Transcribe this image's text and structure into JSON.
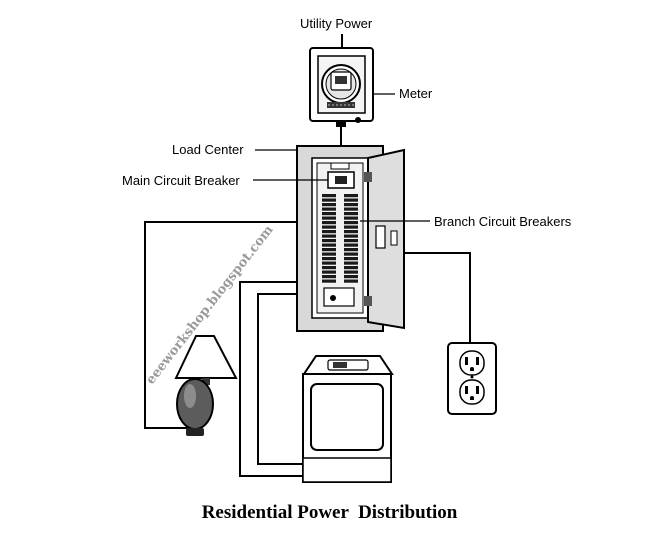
{
  "labels": {
    "utility_power": "Utility Power",
    "meter": "Meter",
    "load_center": "Load Center",
    "main_breaker": "Main Circuit Breaker",
    "branch_breakers": "Branch Circuit Breakers"
  },
  "watermark": "eeeworkshop.blogspot.com",
  "caption": "Residential Power  Distribution"
}
